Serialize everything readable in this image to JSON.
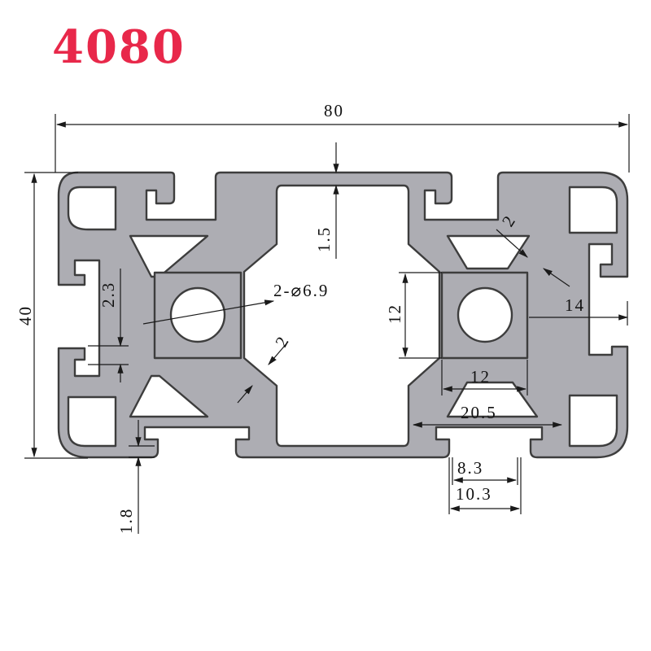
{
  "title": "4080",
  "colors": {
    "title": "#e8284a",
    "profile_fill": "#adadb3",
    "outline": "#3d3d3d",
    "dimension_line": "#1a1a1a"
  },
  "dimensions": {
    "overall_width": "80",
    "overall_height": "40",
    "wall_thickness": "1.5",
    "slot_lip": "2.3",
    "core_holes": "2-⌀6.9",
    "web_thickness_left": "2",
    "web_thickness_right": "2",
    "core_height": "12",
    "core_width": "12",
    "core_offset": "14",
    "slot_inner_width": "20.5",
    "slot_opening": "8.3",
    "slot_opening_outer": "10.3",
    "lip_thickness": "1.8"
  }
}
